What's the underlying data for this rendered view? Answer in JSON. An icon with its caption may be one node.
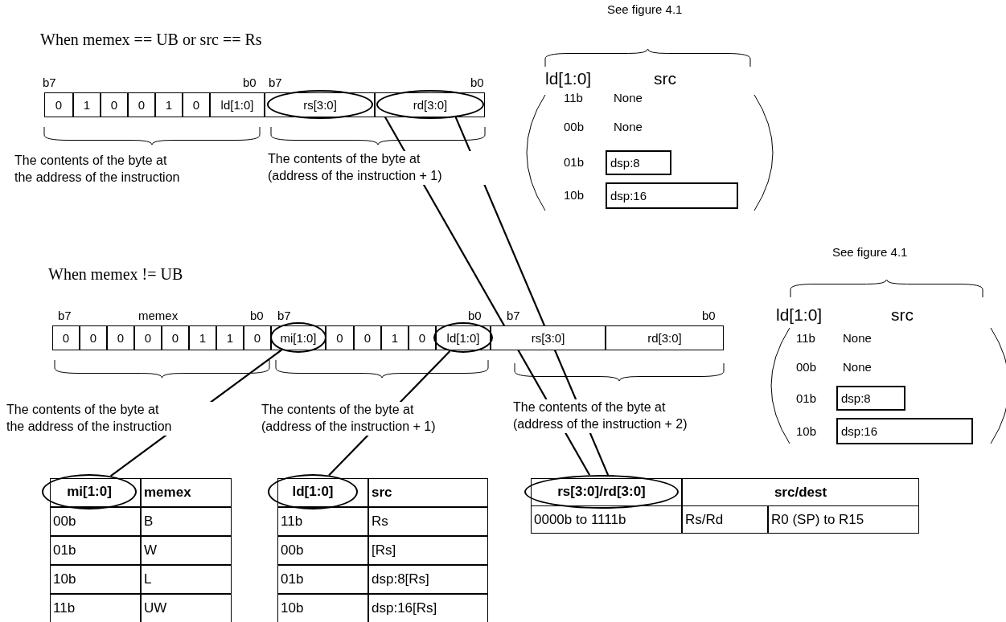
{
  "diagram": {
    "nodes": [
      {
        "text": [
          "rs[3:0]"
        ]
      },
      {
        "text": [
          "rd[3:0]"
        ]
      },
      {
        "text": [
          "dsp:8"
        ]
      },
      {
        "text": [
          "dsp:16"
        ]
      },
      {
        "text": [
          "mi[1:0]"
        ]
      },
      {
        "text": [
          "ld[1:0]"
        ]
      },
      {
        "text": [
          "dsp:8"
        ]
      },
      {
        "text": [
          "dsp:16"
        ]
      },
      {
        "text": [
          "mi[1:0]"
        ]
      },
      {
        "text": [
          "ld[1:0]"
        ]
      },
      {
        "text": [
          "rs[3:0]/rd[3:0]"
        ]
      }
    ],
    "edges": [
      {
        "from": 0,
        "to": 10,
        "arrow": "none"
      },
      {
        "from": 1,
        "to": 10,
        "arrow": "none"
      },
      {
        "from": 4,
        "to": 8,
        "arrow": "none"
      },
      {
        "from": 5,
        "to": 9,
        "arrow": "none"
      }
    ],
    "labels": [
      "When memex == UB or src == Rs",
      "b7",
      "b0",
      "b7",
      "b0",
      "0",
      "1",
      "0",
      "0",
      "1",
      "0",
      "ld[1:0]",
      "The contents of the byte at the address of the instruction",
      "The contents of the byte at (address of the instruction + 1)",
      "See figure 4.1",
      "ld[1:0]",
      "src",
      "11b",
      "None",
      "00b",
      "None",
      "01b",
      "10b",
      "When memex != UB",
      "b7",
      "memex",
      "b0",
      "b7",
      "b0",
      "b7",
      "b0",
      "0",
      "0",
      "0",
      "0",
      "0",
      "1",
      "1",
      "0",
      "0",
      "0",
      "1",
      "0",
      "rs[3:0]",
      "rd[3:0]",
      "The contents of the byte at the address of the instruction",
      "The contents of the byte at (address of the instruction + 1)",
      "The contents of the byte at (address of the instruction + 2)",
      "See figure 4.1",
      "ld[1:0]",
      "src",
      "11b",
      "None",
      "00b",
      "None",
      "01b",
      "10b",
      "memex",
      "00b",
      "B",
      "01b",
      "W",
      "10b",
      "L",
      "11b",
      "UW",
      "src",
      "11b",
      "Rs",
      "00b",
      "[Rs]",
      "01b",
      "dsp:8[Rs]",
      "10b",
      "dsp:16[Rs]",
      "src/dest",
      "0000b to 1111b",
      "Rs/Rd",
      "R0 (SP) to R15"
    ]
  }
}
